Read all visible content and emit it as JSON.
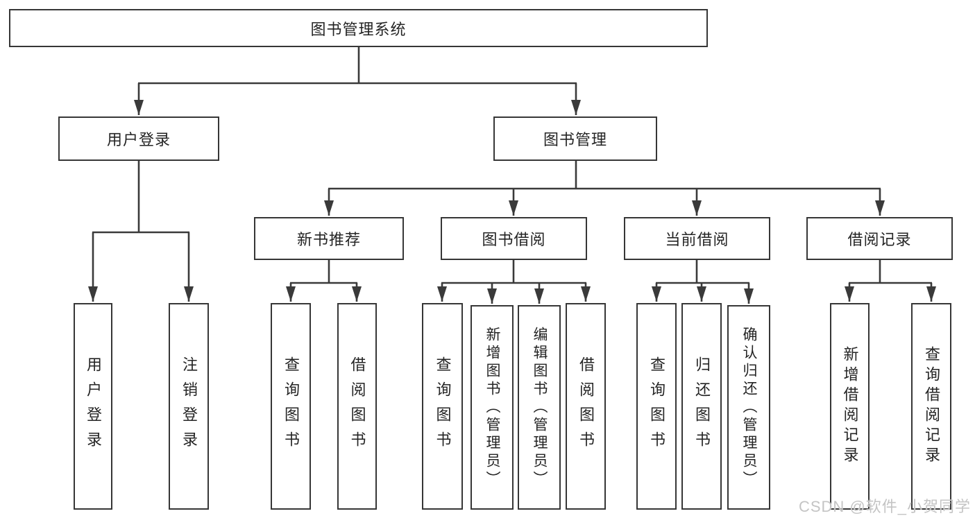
{
  "diagram": {
    "type": "tree-diagram",
    "title": "图书管理系统"
  },
  "colors": {
    "background": "#ffffff",
    "box_fill": "#ffffff",
    "box_border": "#363636",
    "line": "#3a3a3a",
    "text": "#242424",
    "watermark": "#c4c4c4"
  },
  "nodes": {
    "root": {
      "label": "图书管理系统",
      "parent": null
    },
    "userLogin": {
      "label": "用户登录",
      "parent": "root"
    },
    "bookMgmt": {
      "label": "图书管理",
      "parent": "root"
    },
    "newBookRec": {
      "label": "新书推荐",
      "parent": "bookMgmt"
    },
    "bookBorrow": {
      "label": "图书借阅",
      "parent": "bookMgmt"
    },
    "currentBorrow": {
      "label": "当前借阅",
      "parent": "bookMgmt"
    },
    "borrowRecord": {
      "label": "借阅记录",
      "parent": "bookMgmt"
    },
    "leafUserLogin": {
      "label": "用户登录",
      "parent": "userLogin"
    },
    "leafLogout": {
      "label": "注销登录",
      "parent": "userLogin"
    },
    "leafRecQuery": {
      "label": "查询图书",
      "parent": "newBookRec"
    },
    "leafRecBorrow": {
      "label": "借阅图书",
      "parent": "newBookRec"
    },
    "leafBorQuery": {
      "label": "查询图书",
      "parent": "bookBorrow"
    },
    "leafBorAdd": {
      "label": "新增图书（管理员）",
      "parent": "bookBorrow"
    },
    "leafBorEdit": {
      "label": "编辑图书（管理员）",
      "parent": "bookBorrow"
    },
    "leafBorBorrow": {
      "label": "借阅图书",
      "parent": "bookBorrow"
    },
    "leafCurQuery": {
      "label": "查询图书",
      "parent": "currentBorrow"
    },
    "leafCurReturn": {
      "label": "归还图书",
      "parent": "currentBorrow"
    },
    "leafCurConfirm": {
      "label": "确认归还（管理员）",
      "parent": "currentBorrow"
    },
    "leafRecordAdd": {
      "label": "新增借阅记录",
      "parent": "borrowRecord"
    },
    "leafRecordQuery": {
      "label": "查询借阅记录",
      "parent": "borrowRecord"
    }
  },
  "watermark": {
    "text": "CSDN @软件_小贺同学"
  }
}
